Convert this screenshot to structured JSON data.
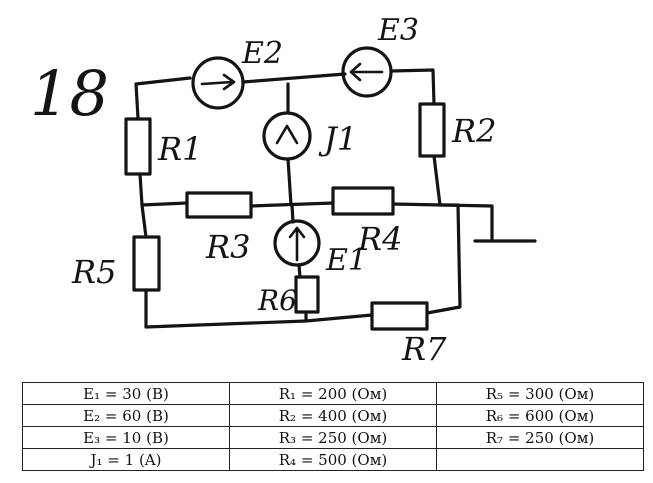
{
  "problem_number": "18",
  "labels": {
    "E1": "E1",
    "E2": "E2",
    "E3": "E3",
    "J1": "J1",
    "R1": "R1",
    "R2": "R2",
    "R3": "R3",
    "R4": "R4",
    "R5": "R5",
    "R6": "R6",
    "R7": "R7"
  },
  "params_table": [
    [
      "E₁ = 30 (B)",
      "R₁ = 200 (Ом)",
      "R₅ = 300 (Ом)"
    ],
    [
      "E₂ = 60 (B)",
      "R₂ = 400 (Ом)",
      "R₆ = 600 (Ом)"
    ],
    [
      "E₃ = 10 (B)",
      "R₃ = 250 (Ом)",
      "R₇ = 250 (Ом)"
    ],
    [
      "J₁ = 1 (A)",
      "R₄ = 500 (Ом)",
      ""
    ]
  ]
}
